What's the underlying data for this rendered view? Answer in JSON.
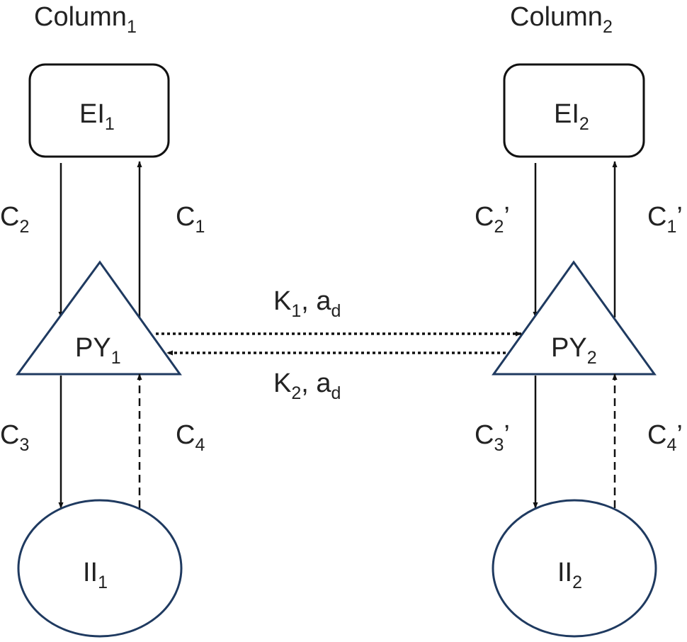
{
  "columns": [
    {
      "title": "Column",
      "title_sub": "1",
      "ei": {
        "text": "EI",
        "sub": "1"
      },
      "py": {
        "text": "PY",
        "sub": "1"
      },
      "ii": {
        "text": "II",
        "sub": "1"
      },
      "c_down_top": {
        "text": "C",
        "sub": "2",
        "suffix": ""
      },
      "c_up_top": {
        "text": "C",
        "sub": "1",
        "suffix": ""
      },
      "c_down_bottom": {
        "text": "C",
        "sub": "3",
        "suffix": ""
      },
      "c_up_bottom": {
        "text": "C",
        "sub": "4",
        "suffix": ""
      }
    },
    {
      "title": "Column",
      "title_sub": "2",
      "ei": {
        "text": "EI",
        "sub": "2"
      },
      "py": {
        "text": "PY",
        "sub": "2"
      },
      "ii": {
        "text": "II",
        "sub": "2"
      },
      "c_down_top": {
        "text": "C",
        "sub": "2",
        "suffix": "’"
      },
      "c_up_top": {
        "text": "C",
        "sub": "1",
        "suffix": "’"
      },
      "c_down_bottom": {
        "text": "C",
        "sub": "3",
        "suffix": "’"
      },
      "c_up_bottom": {
        "text": "C",
        "sub": "4",
        "suffix": "’"
      }
    }
  ],
  "coupling_top": {
    "k": "K",
    "k_sub": "1",
    "sep": ", a",
    "a_sub": "d"
  },
  "coupling_bottom": {
    "k": "K",
    "k_sub": "2",
    "sep": ", a",
    "a_sub": "d"
  },
  "colors": {
    "node_stroke": "#1f3a60",
    "box_stroke": "#111111",
    "arrow": "#111111",
    "text": "#222222"
  }
}
